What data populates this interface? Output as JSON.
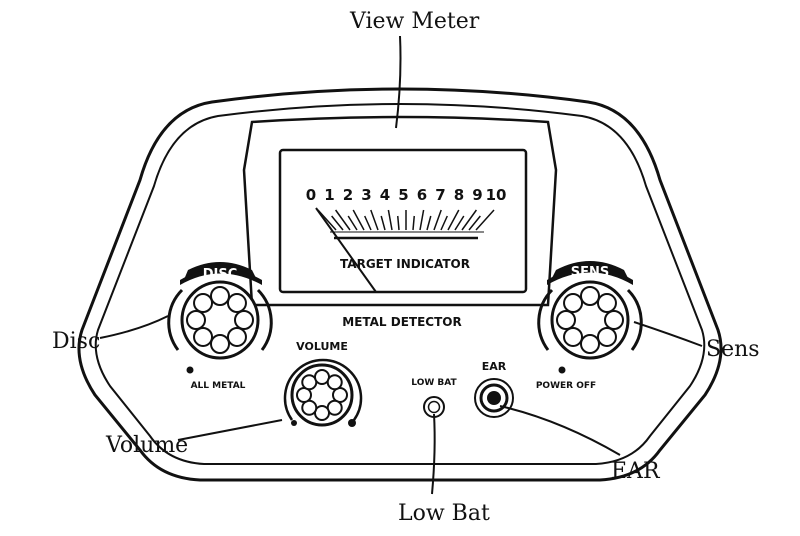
{
  "callouts": {
    "view_meter": "View Meter",
    "disc": "Disc",
    "volume": "Volume",
    "low_bat": "Low Bat",
    "ear": "EAR",
    "sens": "Sens"
  },
  "panel": {
    "meter_title": "TARGET INDICATOR",
    "device_name": "METAL DETECTOR",
    "disc_cap": "DISC",
    "disc_min": "ALL METAL",
    "sens_cap": "SENS",
    "sens_min": "POWER OFF",
    "volume_label": "VOLUME",
    "low_bat_label": "LOW BAT",
    "ear_label": "EAR"
  },
  "meter": {
    "scale": [
      "0",
      "1",
      "2",
      "3",
      "4",
      "5",
      "6",
      "7",
      "8",
      "9",
      "10"
    ]
  }
}
